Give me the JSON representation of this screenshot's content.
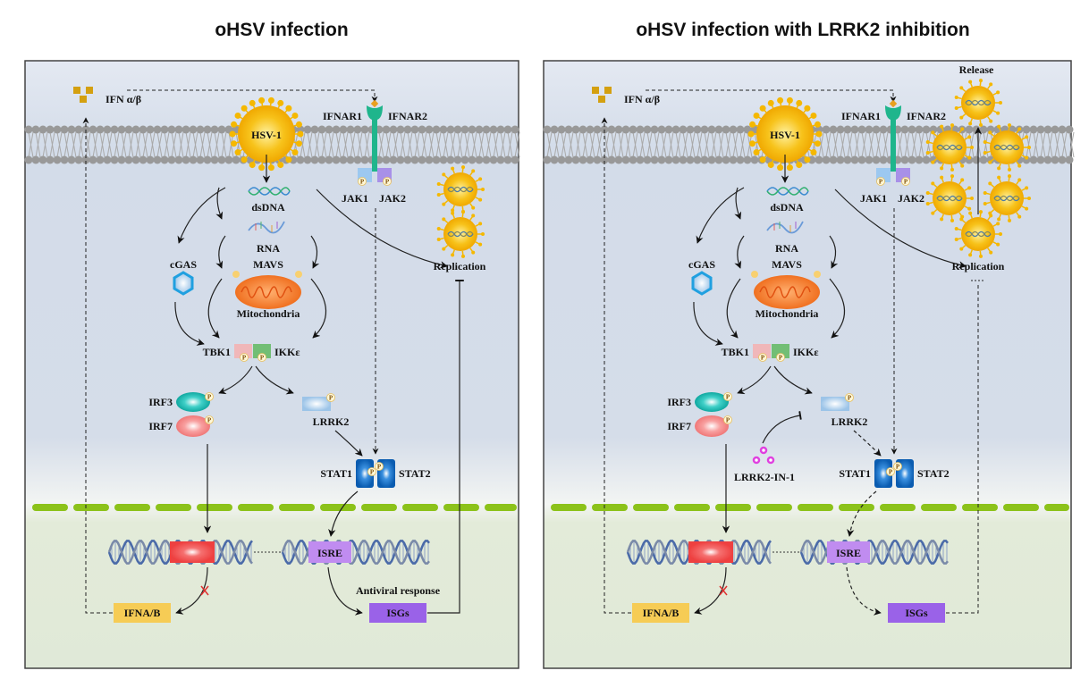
{
  "titles": {
    "left": "oHSV infection",
    "right": "oHSV infection with LRRK2 inhibition"
  },
  "colors": {
    "cytoplasm": "#d3dce9",
    "nucleus": "#e2eada",
    "nuclear_envelope": "#8cc21a",
    "virus": "#f5b800",
    "receptor": "#1fb58c",
    "red_gene": "#f04848",
    "isre": "#c08cf0",
    "isgs": "#9a62e8",
    "ifnab": "#f6cc55",
    "inhibitor": "#e040e0"
  },
  "panels": {
    "left": {
      "ifn": "IFN α/β",
      "hsv": "HSV-1",
      "ifnar1": "IFNAR1",
      "ifnar2": "IFNAR2",
      "jak1": "JAK1",
      "jak2": "JAK2",
      "dsdna": "dsDNA",
      "rna": "RNA",
      "mavs": "MAVS",
      "mito": "Mitochondria",
      "cgas": "cGAS",
      "tbk1": "TBK1",
      "ikk": "IKKε",
      "irf3": "IRF3",
      "irf7": "IRF7",
      "lrrk2": "LRRK2",
      "stat1": "STAT1",
      "stat2": "STAT2",
      "replication": "Replication",
      "isre": "ISRE",
      "ifnab": "IFNA/B",
      "isgs": "ISGs",
      "antiviral": "Antiviral response",
      "phospho": "P"
    },
    "right": {
      "ifn": "IFN α/β",
      "hsv": "HSV-1",
      "ifnar1": "IFNAR1",
      "ifnar2": "IFNAR2",
      "jak1": "JAK1",
      "jak2": "JAK2",
      "dsdna": "dsDNA",
      "rna": "RNA",
      "mavs": "MAVS",
      "mito": "Mitochondria",
      "cgas": "cGAS",
      "tbk1": "TBK1",
      "ikk": "IKKε",
      "irf3": "IRF3",
      "irf7": "IRF7",
      "lrrk2": "LRRK2",
      "stat1": "STAT1",
      "stat2": "STAT2",
      "replication": "Replication",
      "isre": "ISRE",
      "ifnab": "IFNA/B",
      "isgs": "ISGs",
      "release": "Release",
      "inhibitor": "LRRK2-IN-1",
      "phospho": "P"
    }
  }
}
